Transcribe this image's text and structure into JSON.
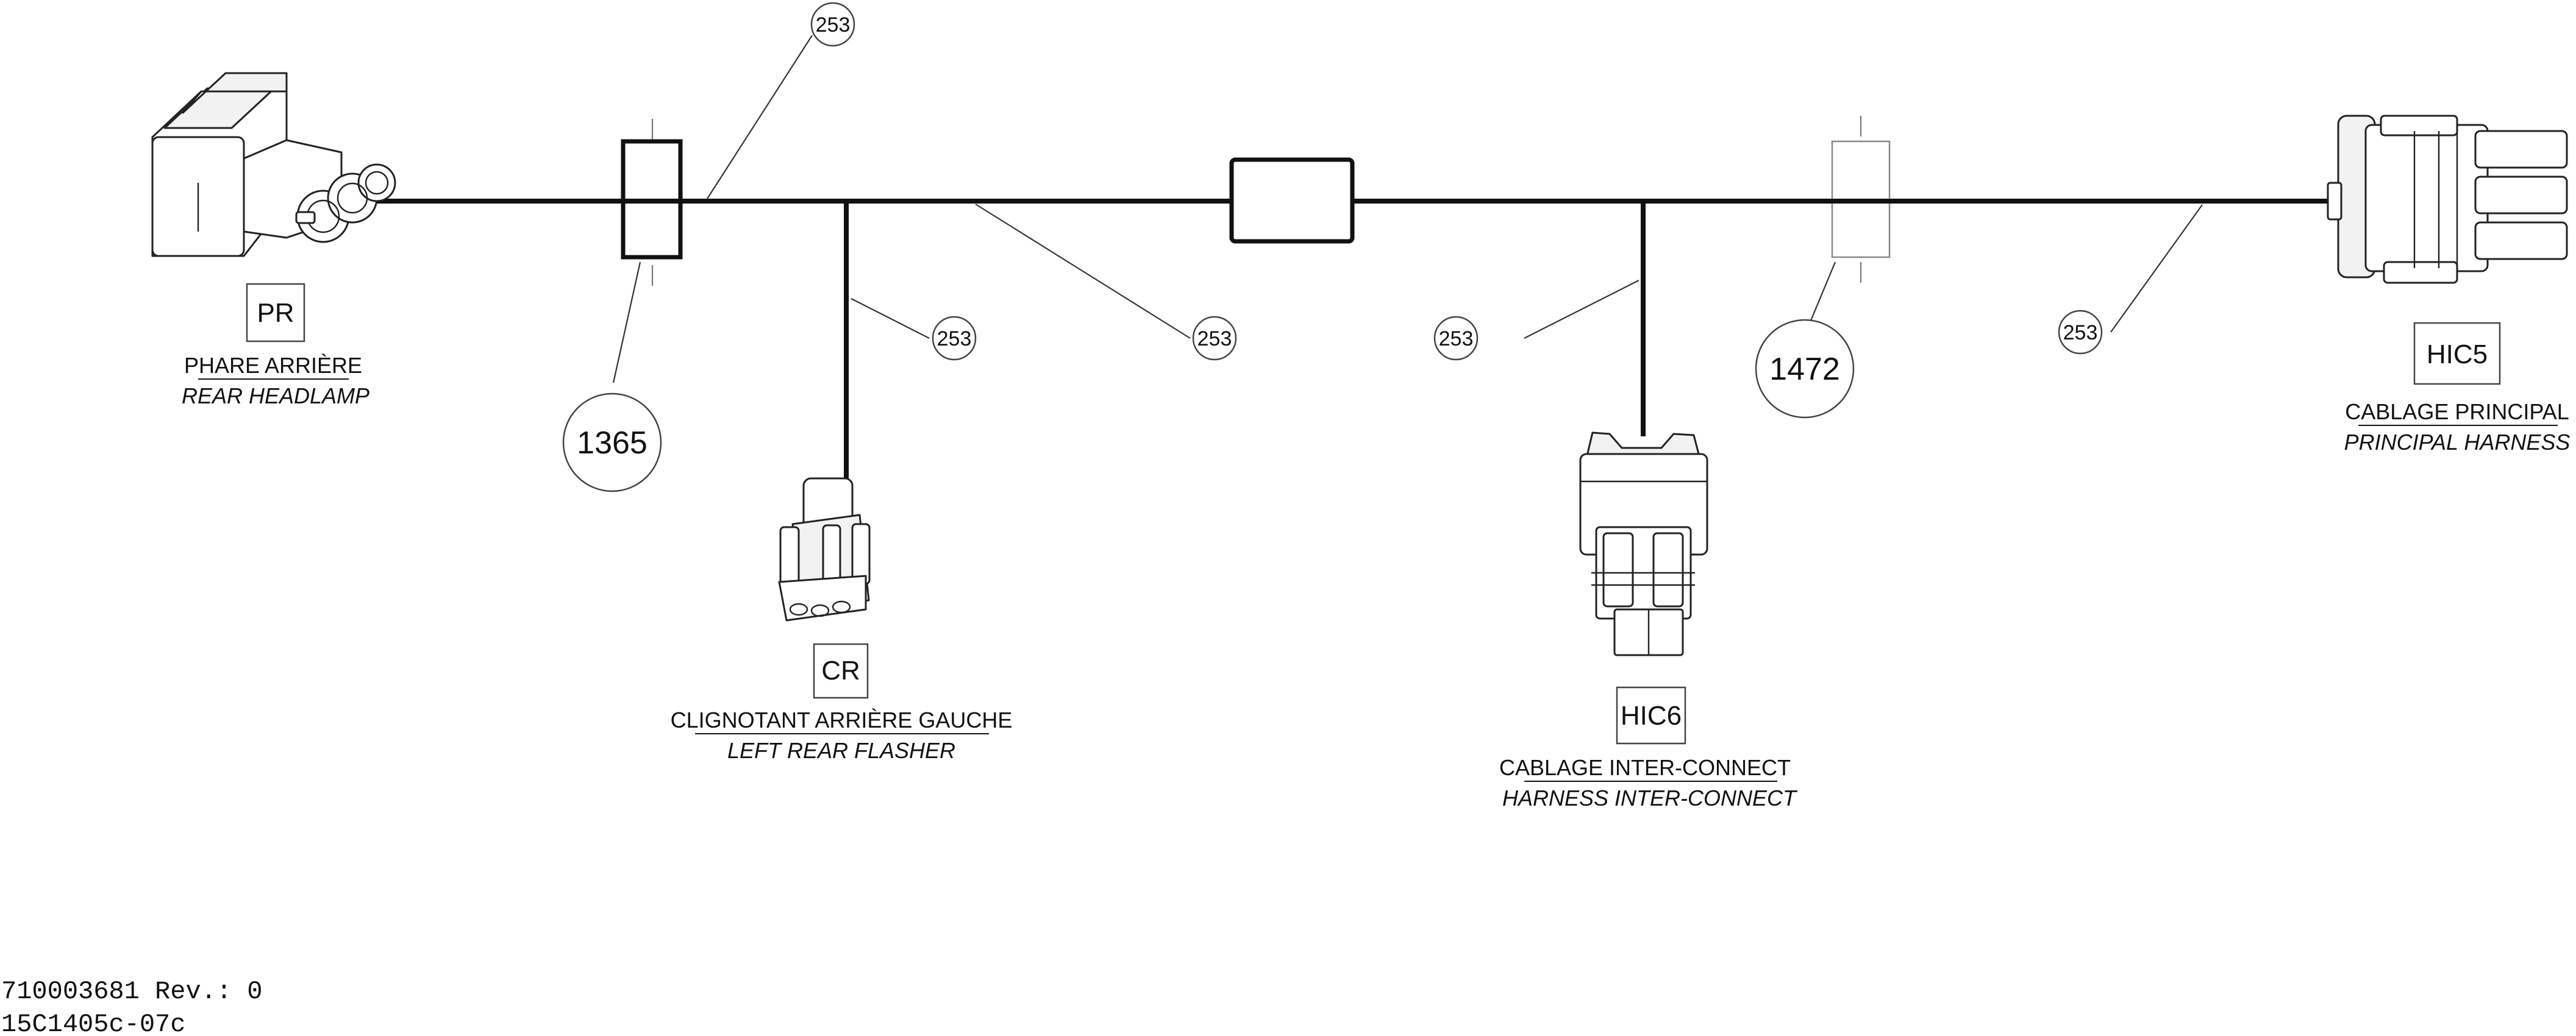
{
  "reference_bubbles": {
    "wire_top": "253",
    "branch_cr": "253",
    "main_mid": "253",
    "branch_hic6": "253",
    "main_right": "253"
  },
  "lengths": {
    "left_segment": "1365",
    "right_segment": "1472"
  },
  "connectors": {
    "pr": {
      "code": "PR",
      "label_fr": "PHARE ARRIÈRE",
      "label_en": "REAR HEADLAMP"
    },
    "cr": {
      "code": "CR",
      "label_fr": "CLIGNOTANT ARRIÈRE GAUCHE",
      "label_en": "LEFT REAR FLASHER"
    },
    "hic6": {
      "code": "HIC6",
      "label_fr": "CABLAGE INTER-CONNECT",
      "label_en": "HARNESS INTER-CONNECT"
    },
    "hic5": {
      "code": "HIC5",
      "label_fr": "CABLAGE PRINCIPAL",
      "label_en": "PRINCIPAL HARNESS"
    }
  },
  "footer": {
    "part_number": "710003681 Rev.: 0",
    "drawing_code": "15C1405c-07c"
  }
}
